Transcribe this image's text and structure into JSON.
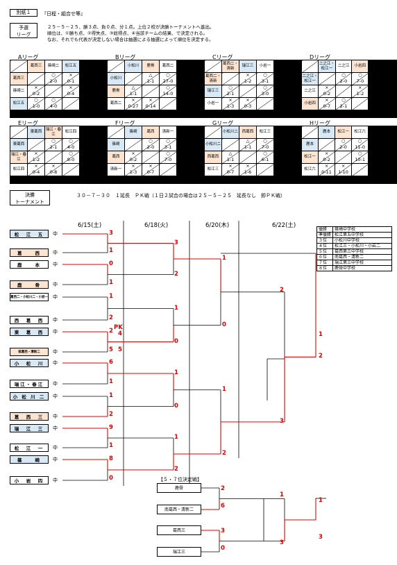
{
  "header": {
    "tag": "別紙１",
    "title": "『日程・組合せ等』"
  },
  "prelim": {
    "label": "予選\nリーグ",
    "lines": [
      "２５－５－２５、勝３点、負０点、分１点。上位２校が決勝トーナメントへ進出。",
      "順位は、①勝ち点、②得失点、③総得点、④当該チームの結果、で決定される。",
      "なお、それでも代表が決定しない場合は抽選による抽選によって順位を決定する。"
    ]
  },
  "leagues": [
    {
      "name": "Aリーグ",
      "teams": [
        {
          "n": "葛西三",
          "c": "orange"
        },
        {
          "n": "篠崎二",
          "c": ""
        },
        {
          "n": "松江五",
          "c": "blue"
        }
      ],
      "cells": [
        [
          "",
          "2-0",
          "0-1"
        ],
        [
          "0-2",
          "",
          "0-4"
        ],
        [
          "1-0",
          "4-0",
          ""
        ]
      ],
      "sym": [
        [
          "",
          "○",
          "×"
        ],
        [
          "×",
          "",
          "×"
        ],
        [
          "○",
          "○",
          ""
        ]
      ]
    },
    {
      "name": "Bリーグ",
      "teams": [
        {
          "n": "小松川",
          "c": "blue"
        },
        {
          "n": "鹿骨",
          "c": "orange"
        },
        {
          "n": "葛西二",
          "c": ""
        }
      ],
      "cells": [
        [
          "",
          "1-1",
          "27-0"
        ],
        [
          "1-1",
          "",
          "14-0"
        ],
        [
          "0-27",
          "0-14",
          ""
        ]
      ],
      "sym": [
        [
          "",
          "△",
          "○"
        ],
        [
          "△",
          "",
          "○"
        ],
        [
          "×",
          "×",
          ""
        ]
      ]
    },
    {
      "name": "Cリーグ",
      "teams": [
        {
          "n": "葛西二・清新",
          "c": "orange"
        },
        {
          "n": "瑞江三",
          "c": "blue"
        },
        {
          "n": "小岩一",
          "c": ""
        }
      ],
      "cells": [
        [
          "",
          "1-2",
          "3-1"
        ],
        [
          "2-1",
          "",
          "3-0"
        ],
        [
          "1-3",
          "0-3",
          ""
        ]
      ],
      "sym": [
        [
          "",
          "×",
          "○"
        ],
        [
          "○",
          "",
          "○"
        ],
        [
          "×",
          "×",
          ""
        ]
      ]
    },
    {
      "name": "Dリーグ",
      "teams": [
        {
          "n": "二之江・松江一",
          "c": "blue"
        },
        {
          "n": "二之江",
          "c": ""
        },
        {
          "n": "小岩四",
          "c": "orange"
        }
      ],
      "cells": [
        [
          "",
          "2-0",
          "7-0"
        ],
        [
          "0-2",
          "",
          "1-2"
        ],
        [
          "0-7",
          "2-1",
          ""
        ]
      ],
      "sym": [
        [
          "",
          "○",
          "○"
        ],
        [
          "×",
          "",
          "×"
        ],
        [
          "×",
          "○",
          ""
        ]
      ]
    },
    {
      "name": "Eリーグ",
      "teams": [
        {
          "n": "東葛西",
          "c": "blue"
        },
        {
          "n": "瑞江・春江",
          "c": "orange"
        },
        {
          "n": "松江四",
          "c": ""
        }
      ],
      "cells": [
        [
          "",
          "2-1",
          "4-0"
        ],
        [
          "1-2",
          "",
          "8-0"
        ],
        [
          "0-4",
          "0-8",
          ""
        ]
      ],
      "sym": [
        [
          "",
          "○",
          "○"
        ],
        [
          "×",
          "",
          "○"
        ],
        [
          "×",
          "×",
          ""
        ]
      ]
    },
    {
      "name": "Fリーグ",
      "teams": [
        {
          "n": "篠崎",
          "c": "blue"
        },
        {
          "n": "葛西",
          "c": "orange"
        },
        {
          "n": "清新一",
          "c": ""
        }
      ],
      "cells": [
        [
          "",
          "2-0",
          "3-1"
        ],
        [
          "0-2",
          "",
          "7-0"
        ],
        [
          "1-3",
          "0-7",
          ""
        ]
      ],
      "sym": [
        [
          "",
          "○",
          "○"
        ],
        [
          "×",
          "",
          "○"
        ],
        [
          "×",
          "×",
          ""
        ]
      ]
    },
    {
      "name": "Gリーグ",
      "teams": [
        {
          "n": "小松川二",
          "c": "blue"
        },
        {
          "n": "西葛西",
          "c": "orange"
        },
        {
          "n": "松江三",
          "c": ""
        }
      ],
      "cells": [
        [
          "",
          "1-1",
          "7-0"
        ],
        [
          "1-1",
          "",
          "6-1"
        ],
        [
          "0-7",
          "1-6",
          ""
        ]
      ],
      "sym": [
        [
          "",
          "△",
          "○"
        ],
        [
          "△",
          "",
          "○"
        ],
        [
          "×",
          "×",
          ""
        ]
      ]
    },
    {
      "name": "Hリーグ",
      "teams": [
        {
          "n": "鹿本",
          "c": "blue"
        },
        {
          "n": "松江一",
          "c": "orange"
        },
        {
          "n": "松江六",
          "c": ""
        }
      ],
      "cells": [
        [
          "",
          "2-0",
          "11-0"
        ],
        [
          "0-2",
          "",
          "10-1"
        ],
        [
          "0-11",
          "1-10",
          ""
        ]
      ],
      "sym": [
        [
          "",
          "○",
          "○"
        ],
        [
          "×",
          "",
          "○"
        ],
        [
          "×",
          "×",
          ""
        ]
      ]
    }
  ],
  "final": {
    "label": "決勝\nトーナメント",
    "rule": "３０－７－３０　１延長　ＰＫ戦（１日２試合の場合は２５－５－２５　延長なし　即ＰＫ戦）"
  },
  "dates": [
    "6/15(土)",
    "6/18(火)",
    "6/20(木)",
    "6/22(土)"
  ],
  "naka": "中",
  "bracket_teams": [
    {
      "n": "松　江　五",
      "c": "blue",
      "small": false
    },
    {
      "n": "葛　　西",
      "c": "orange",
      "small": false
    },
    {
      "n": "鹿　　本",
      "c": "",
      "small": false
    },
    {
      "n": "鹿　　骨",
      "c": "orange",
      "small": false
    },
    {
      "n": "葛西二・小松川二・小岩一",
      "c": "",
      "small": true
    },
    {
      "n": "西　葛　西",
      "c": "",
      "small": false
    },
    {
      "n": "東　葛　西",
      "c": "blue",
      "small": false
    },
    {
      "n": "南葛西・清新二",
      "c": "orange",
      "small": true
    },
    {
      "n": "小　松　川",
      "c": "blue",
      "small": false
    },
    {
      "n": "瑞江・春江",
      "c": "",
      "small": false
    },
    {
      "n": "小 松 川 二",
      "c": "blue",
      "small": false
    },
    {
      "n": "葛　西　三",
      "c": "orange",
      "small": false
    },
    {
      "n": "瑞　江　三",
      "c": "blue",
      "small": false
    },
    {
      "n": "松　江　一",
      "c": "",
      "small": false
    },
    {
      "n": "篠　　崎",
      "c": "blue",
      "small": false
    },
    {
      "n": "小　岩　四",
      "c": "",
      "small": false
    }
  ],
  "scores": {
    "r1": [
      "3",
      "1",
      "0",
      "1",
      "1",
      "2",
      "2",
      "5",
      "6",
      "1",
      "1",
      "2",
      "9",
      "1",
      "8",
      "0"
    ],
    "pk": "PK",
    "pk_scores": [
      "4",
      "5"
    ],
    "r2": [
      "3",
      "2",
      "1",
      "0",
      "1",
      "0",
      "1",
      "2"
    ],
    "r3": [
      "1",
      "0",
      "1",
      "2"
    ],
    "sf": [
      "2",
      "3"
    ],
    "f": [
      "1",
      "2"
    ]
  },
  "ranking": [
    [
      "優勝",
      "篠崎中学校"
    ],
    [
      "準優勝",
      "松江第五中学校"
    ],
    [
      "３位",
      "小松川中学校"
    ],
    [
      "４位",
      "松江三・小松川・小岩二"
    ],
    [
      "５位",
      "葛西第三中学校"
    ],
    [
      "６位",
      "南葛西・清新二"
    ],
    [
      "７位",
      "瑞江第三中学校"
    ],
    [
      "８位",
      "鹿骨中学校"
    ]
  ],
  "classification": {
    "title": "【５・７位決定戦】",
    "teams": [
      "鹿骨",
      "南葛西・清新二",
      "葛西三",
      "瑞江三"
    ],
    "scores": [
      "2",
      "6",
      "3",
      "0",
      "1",
      "3",
      "1",
      "3"
    ]
  }
}
